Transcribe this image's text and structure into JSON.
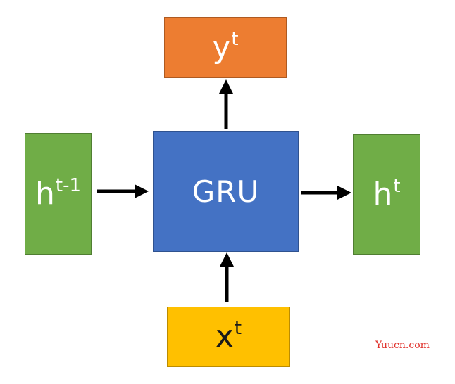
{
  "nodes": {
    "output": {
      "base": "y",
      "sup": "t"
    },
    "prev_hidden": {
      "base": "h",
      "sup": "t-1"
    },
    "cell": {
      "label": "GRU"
    },
    "hidden": {
      "base": "h",
      "sup": "t"
    },
    "input": {
      "base": "x",
      "sup": "t"
    }
  },
  "watermark": "Yuucn.com",
  "colors": {
    "output": "#ed7d31",
    "hidden": "#70ad47",
    "cell": "#4472c4",
    "input": "#ffc000",
    "arrow": "#000000"
  }
}
